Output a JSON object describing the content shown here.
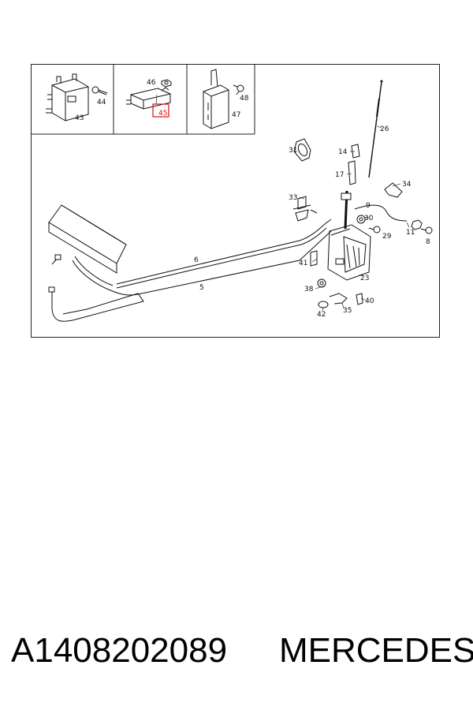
{
  "diagram": {
    "callouts": {
      "p43": "43",
      "p44": "44",
      "p46": "46",
      "p45": "45",
      "p47": "47",
      "p48": "48",
      "p26": "26",
      "p31": "31",
      "p14": "14",
      "p17": "17",
      "p34": "34",
      "p33": "33",
      "p30": "30",
      "p9": "9",
      "p11": "11",
      "p29": "29",
      "p8": "8",
      "p6": "6",
      "p41": "41",
      "p23": "23",
      "p5": "5",
      "p38": "38",
      "p40": "40",
      "p35": "35",
      "p42": "42"
    },
    "highlighted_part": "45",
    "highlight_color": "#d0131a"
  },
  "caption": {
    "part_number": "A1408202089",
    "brand": "MERCEDES"
  }
}
